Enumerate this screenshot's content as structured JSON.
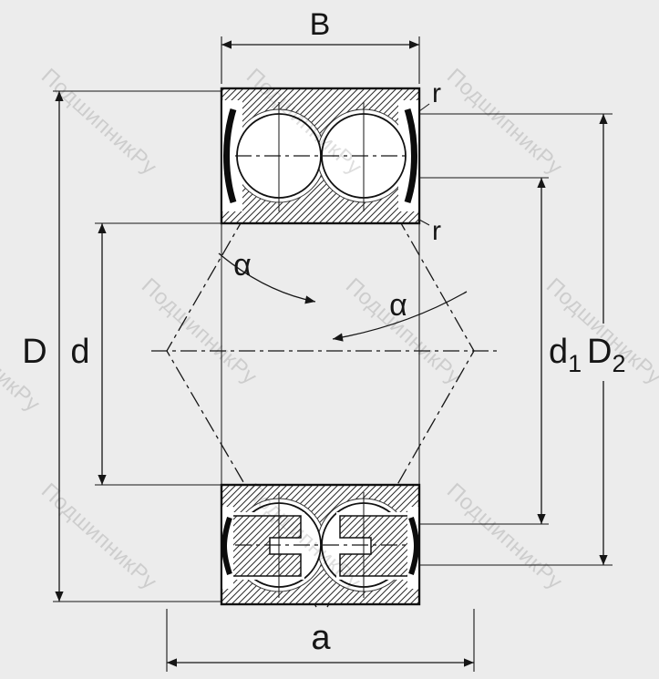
{
  "title": "double-row-angular-contact-bearing-drawing",
  "watermark": {
    "text": "ПодшипникРу"
  },
  "dimensions": {
    "width_top": "B",
    "corner_radius_top": "r",
    "corner_radius_bottom": "r",
    "contact_angle_left": "α",
    "contact_angle_right": "α",
    "outer_diameter": "D",
    "bore_diameter": "d",
    "shoulder_inner_base": "d",
    "shoulder_inner_sub": "1",
    "shoulder_outer_base": "D",
    "shoulder_outer_sub": "2",
    "pressure_center_distance": "a"
  },
  "colors": {
    "background": "#ececec",
    "line": "#161616",
    "hatch_fill": "#ffffff",
    "watermark": "rgba(0,0,0,0.13)"
  }
}
